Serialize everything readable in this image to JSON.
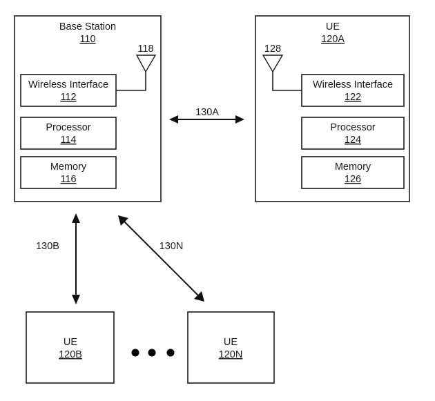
{
  "figure": {
    "base_station": {
      "title": "Base Station",
      "ref": "110",
      "antenna_ref": "118",
      "components": [
        {
          "label": "Wireless Interface",
          "ref": "112"
        },
        {
          "label": "Processor",
          "ref": "114"
        },
        {
          "label": "Memory",
          "ref": "116"
        }
      ]
    },
    "ue_a": {
      "title": "UE",
      "ref": "120A",
      "antenna_ref": "128",
      "components": [
        {
          "label": "Wireless Interface",
          "ref": "122"
        },
        {
          "label": "Processor",
          "ref": "124"
        },
        {
          "label": "Memory",
          "ref": "126"
        }
      ]
    },
    "ue_b": {
      "title": "UE",
      "ref": "120B"
    },
    "ue_n": {
      "title": "UE",
      "ref": "120N"
    },
    "links": [
      {
        "label": "130A",
        "from": "Base Station 110",
        "to": "UE 120A"
      },
      {
        "label": "130B",
        "from": "Base Station 110",
        "to": "UE 120B"
      },
      {
        "label": "130N",
        "from": "Base Station 110",
        "to": "UE 120N"
      }
    ],
    "ellipsis_icon": "three-dots"
  }
}
